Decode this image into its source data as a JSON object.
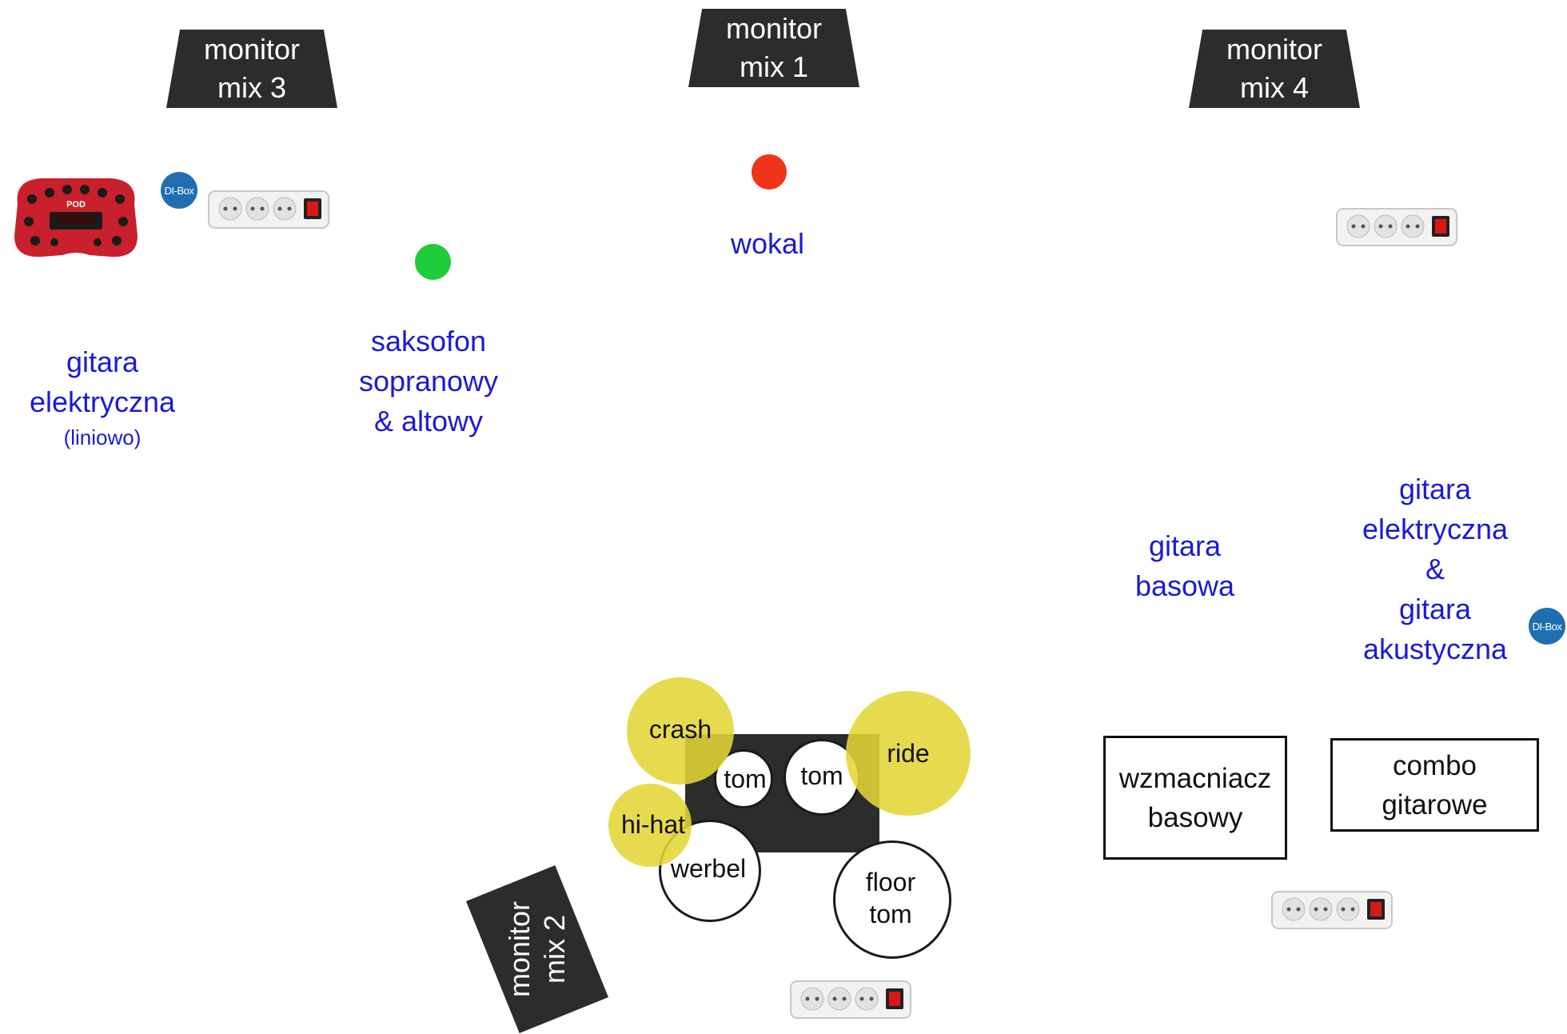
{
  "monitors": {
    "mix1": [
      "monitor",
      "mix 1"
    ],
    "mix2": [
      "monitor",
      "mix 2"
    ],
    "mix3": [
      "monitor",
      "mix 3"
    ],
    "mix4": [
      "monitor",
      "mix 4"
    ]
  },
  "instruments": {
    "vocal": "wokal",
    "sax": [
      "saksofon",
      "sopranowy",
      "& altowy"
    ],
    "guitar_left": [
      "gitara",
      "elektryczna"
    ],
    "guitar_left_note": "(liniowo)",
    "bass": [
      "gitara",
      "basowa"
    ],
    "guitar_right": [
      "gitara",
      "elektryczna",
      "&",
      "gitara",
      "akustyczna"
    ]
  },
  "drums": {
    "crash": "crash",
    "ride": "ride",
    "hihat": "hi-hat",
    "tom1": "tom",
    "tom2": "tom",
    "snare": "werbel",
    "floor_tom": [
      "floor",
      "tom"
    ]
  },
  "amps": {
    "bass_amp": [
      "wzmacniacz",
      "basowy"
    ],
    "guitar_combo": [
      "combo",
      "gitarowe"
    ]
  },
  "di_box_label": "DI-Box",
  "mic_colors": {
    "vocal": "#f0341a",
    "sax": "#1fcc3a"
  },
  "icons": [
    "power-strip-icon",
    "guitar-multieffect-pod-icon"
  ]
}
